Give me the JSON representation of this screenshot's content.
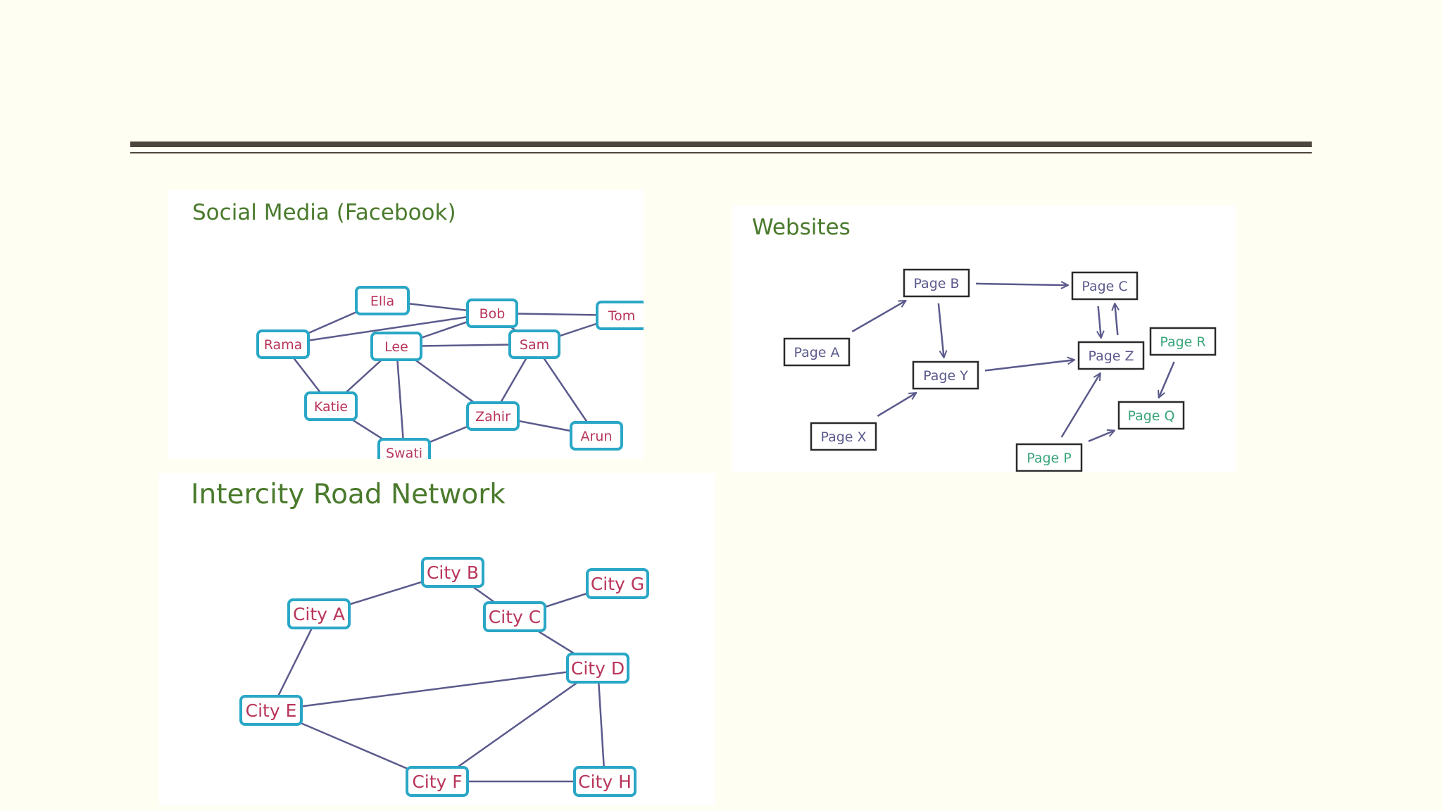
{
  "slide": {
    "colors": {
      "background": "#fefef3",
      "rule": "#4d463c",
      "title_green": "#4a7a2c",
      "node_border": "#2aa7c6",
      "node_text": "#b8355a",
      "edge": "#5b5a8c",
      "page_text": "#5b5a8c",
      "page_green": "#3aa57a"
    }
  },
  "social": {
    "title": "Social Media (Facebook)",
    "nodes": [
      {
        "id": "ella",
        "label": "Ella"
      },
      {
        "id": "bob",
        "label": "Bob"
      },
      {
        "id": "tom",
        "label": "Tom"
      },
      {
        "id": "rama",
        "label": "Rama"
      },
      {
        "id": "lee",
        "label": "Lee"
      },
      {
        "id": "sam",
        "label": "Sam"
      },
      {
        "id": "katie",
        "label": "Katie"
      },
      {
        "id": "zahir",
        "label": "Zahir"
      },
      {
        "id": "arun",
        "label": "Arun"
      },
      {
        "id": "swati",
        "label": "Swati"
      }
    ],
    "edges": [
      [
        "rama",
        "ella"
      ],
      [
        "ella",
        "bob"
      ],
      [
        "rama",
        "bob"
      ],
      [
        "bob",
        "tom"
      ],
      [
        "bob",
        "lee"
      ],
      [
        "bob",
        "sam"
      ],
      [
        "rama",
        "katie"
      ],
      [
        "katie",
        "lee"
      ],
      [
        "lee",
        "sam"
      ],
      [
        "lee",
        "zahir"
      ],
      [
        "lee",
        "swati"
      ],
      [
        "sam",
        "tom"
      ],
      [
        "sam",
        "zahir"
      ],
      [
        "sam",
        "arun"
      ],
      [
        "zahir",
        "arun"
      ],
      [
        "zahir",
        "swati"
      ],
      [
        "katie",
        "swati"
      ]
    ]
  },
  "websites": {
    "title": "Websites",
    "nodes": [
      {
        "id": "b",
        "label": "Page B",
        "green": false
      },
      {
        "id": "c",
        "label": "Page C",
        "green": false
      },
      {
        "id": "a",
        "label": "Page A",
        "green": false
      },
      {
        "id": "y",
        "label": "Page Y",
        "green": false
      },
      {
        "id": "z",
        "label": "Page Z",
        "green": false
      },
      {
        "id": "r",
        "label": "Page R",
        "green": true
      },
      {
        "id": "q",
        "label": "Page Q",
        "green": true
      },
      {
        "id": "x",
        "label": "Page X",
        "green": false
      },
      {
        "id": "p",
        "label": "Page P",
        "green": true
      }
    ],
    "edges": [
      [
        "a",
        "b"
      ],
      [
        "b",
        "c"
      ],
      [
        "b",
        "y"
      ],
      [
        "x",
        "y"
      ],
      [
        "y",
        "z"
      ],
      [
        "c",
        "z"
      ],
      [
        "z",
        "c"
      ],
      [
        "p",
        "z"
      ],
      [
        "p",
        "q"
      ],
      [
        "r",
        "q"
      ]
    ]
  },
  "roads": {
    "title": "Intercity Road Network",
    "nodes": [
      {
        "id": "b",
        "label": "City B"
      },
      {
        "id": "g",
        "label": "City G"
      },
      {
        "id": "a",
        "label": "City A"
      },
      {
        "id": "c",
        "label": "City C"
      },
      {
        "id": "d",
        "label": "City D"
      },
      {
        "id": "e",
        "label": "City E"
      },
      {
        "id": "f",
        "label": "City F"
      },
      {
        "id": "h",
        "label": "City H"
      }
    ],
    "edges": [
      [
        "a",
        "b"
      ],
      [
        "b",
        "c"
      ],
      [
        "c",
        "g"
      ],
      [
        "c",
        "d"
      ],
      [
        "a",
        "e"
      ],
      [
        "e",
        "d"
      ],
      [
        "e",
        "f"
      ],
      [
        "f",
        "d"
      ],
      [
        "d",
        "h"
      ],
      [
        "f",
        "h"
      ]
    ]
  }
}
